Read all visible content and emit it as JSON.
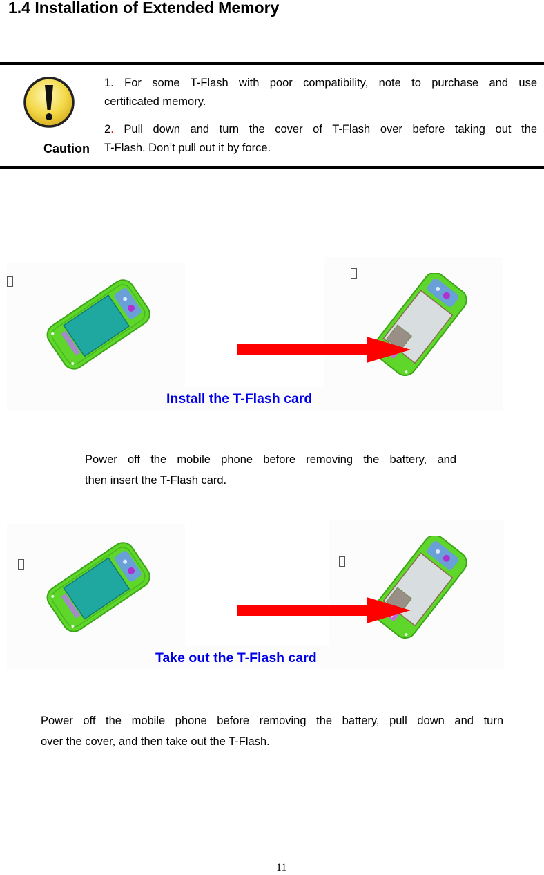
{
  "page": {
    "section_heading": "1.4 Installation of Extended Memory",
    "page_number": "11"
  },
  "caution_box": {
    "icon": "caution-exclamation-icon",
    "label": "Caution",
    "items": [
      {
        "number": "1.",
        "line1": "For some T-Flash with poor compatibility, note to purchase and use",
        "line2": "certificated memory."
      },
      {
        "number": "2",
        "number_dot": ".",
        "line1": "Pull down and turn the cover of T-Flash over before taking out the",
        "line2": "T-Flash. Don’t pull out it by force."
      }
    ],
    "number_dot_color": "#e00000"
  },
  "figures": [
    {
      "caption": "Install the T-Flash card",
      "left_glyph": "▯",
      "right_glyph": "▯",
      "description_line1": "Power off the mobile phone before removing the battery, and",
      "description_line2": "then insert the T-Flash card."
    },
    {
      "caption": "Take out the T-Flash card",
      "left_glyph": "▯",
      "right_glyph": "▯",
      "description_line1": "Power off the mobile phone before removing the battery, pull down and turn",
      "description_line2": "over the cover, and then take out the T-Flash."
    }
  ],
  "colors": {
    "caption_blue": "#0000e6",
    "arrow_red": "#ff0000",
    "phone_green": "#5ed62a",
    "battery_teal": "#1fa8a0",
    "caution_yellow": "#f3d94a"
  }
}
